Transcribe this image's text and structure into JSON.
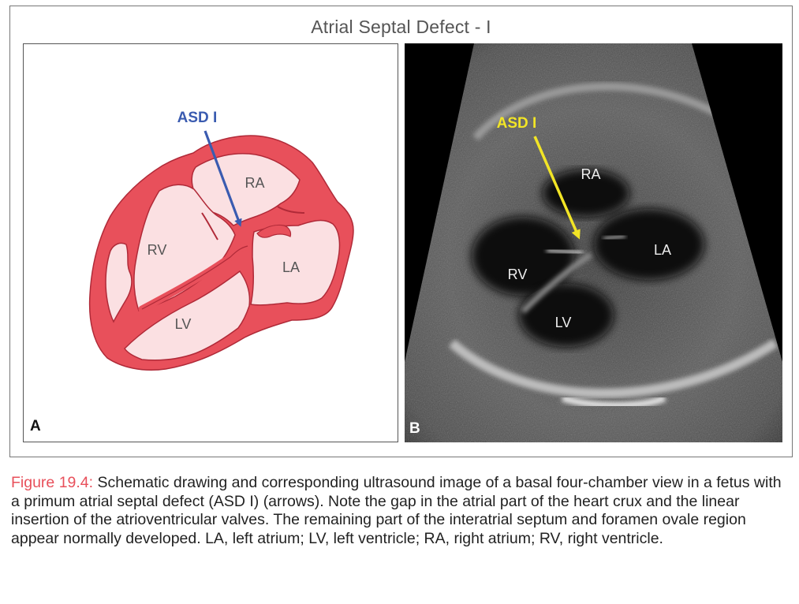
{
  "figure": {
    "title": "Atrial Septal Defect - I",
    "panel_a": {
      "letter": "A",
      "arrow_label": "ASD I",
      "chambers": {
        "ra": "RA",
        "rv": "RV",
        "la": "LA",
        "lv": "LV"
      },
      "colors": {
        "wall": "#e8505b",
        "chamber_fill": "#fbe0e2",
        "outline": "#b02a38",
        "arrow": "#3a5bb0"
      }
    },
    "panel_b": {
      "letter": "B",
      "arrow_label": "ASD I",
      "chambers": {
        "ra": "RA",
        "rv": "RV",
        "la": "LA",
        "lv": "LV"
      },
      "colors": {
        "arrow": "#f2e526"
      }
    }
  },
  "caption": {
    "number": "Figure 19.4:",
    "text": " Schematic drawing and corresponding ultrasound image of a basal four-chamber view in a fetus with a primum atrial septal defect (ASD I) (arrows). Note the gap in the atrial part of the heart crux and the linear insertion of the atrioventricular valves. The remaining part of the interatrial septum and foramen ovale region appear normally developed. LA, left atrium; LV, left ventricle; RA, right atrium; RV, right ventricle."
  }
}
